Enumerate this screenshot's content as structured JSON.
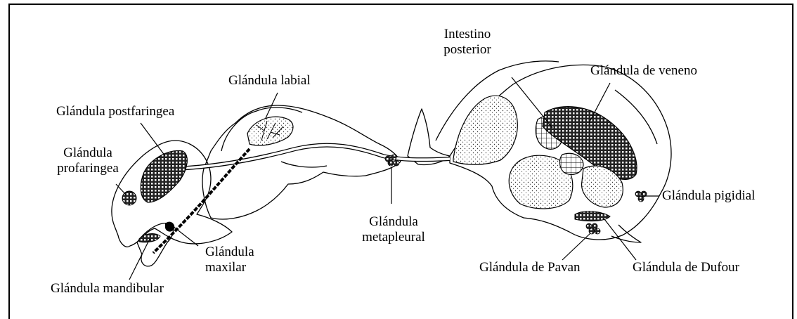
{
  "labels": {
    "postfaringea": "Glándula postfaringea",
    "profaringea": "Glándula\nprofaringea",
    "labial": "Glándula labial",
    "intestino": "Intestino\nposterior",
    "veneno": "Glándula de veneno",
    "metapleural": "Glándula\nmetapleural",
    "pigidial": "Glándula pigidial",
    "maxilar": "Glándula\nmaxilar",
    "mandibular": "Glándula mandibular",
    "pavan": "Glándula de Pavan",
    "dufour": "Glándula de Dufour"
  }
}
